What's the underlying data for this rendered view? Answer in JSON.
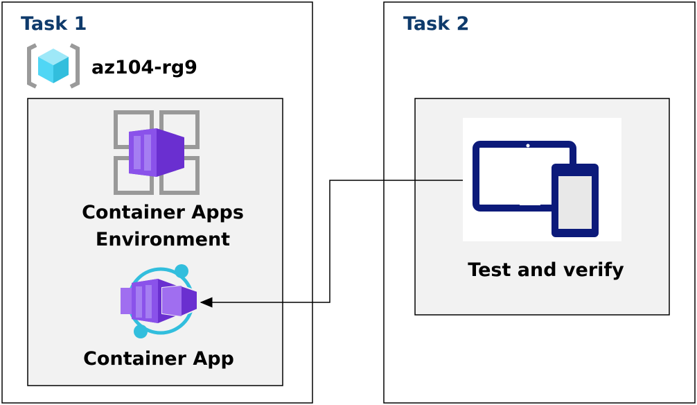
{
  "task1": {
    "title": "Task 1",
    "resource_group": "az104-rg9",
    "environment_label_line1": "Container Apps",
    "environment_label_line2": "Environment",
    "app_label": "Container App"
  },
  "task2": {
    "title": "Task 2",
    "device_label": "Test and verify"
  },
  "colors": {
    "title": "#0e3a6b",
    "purple": "#7a3ddf",
    "cyan": "#32bedd",
    "navy": "#0c1a7a",
    "panel": "#f2f2f2"
  },
  "icons": [
    "resource-group-icon",
    "container-apps-environment-icon",
    "container-app-icon",
    "devices-icon"
  ]
}
